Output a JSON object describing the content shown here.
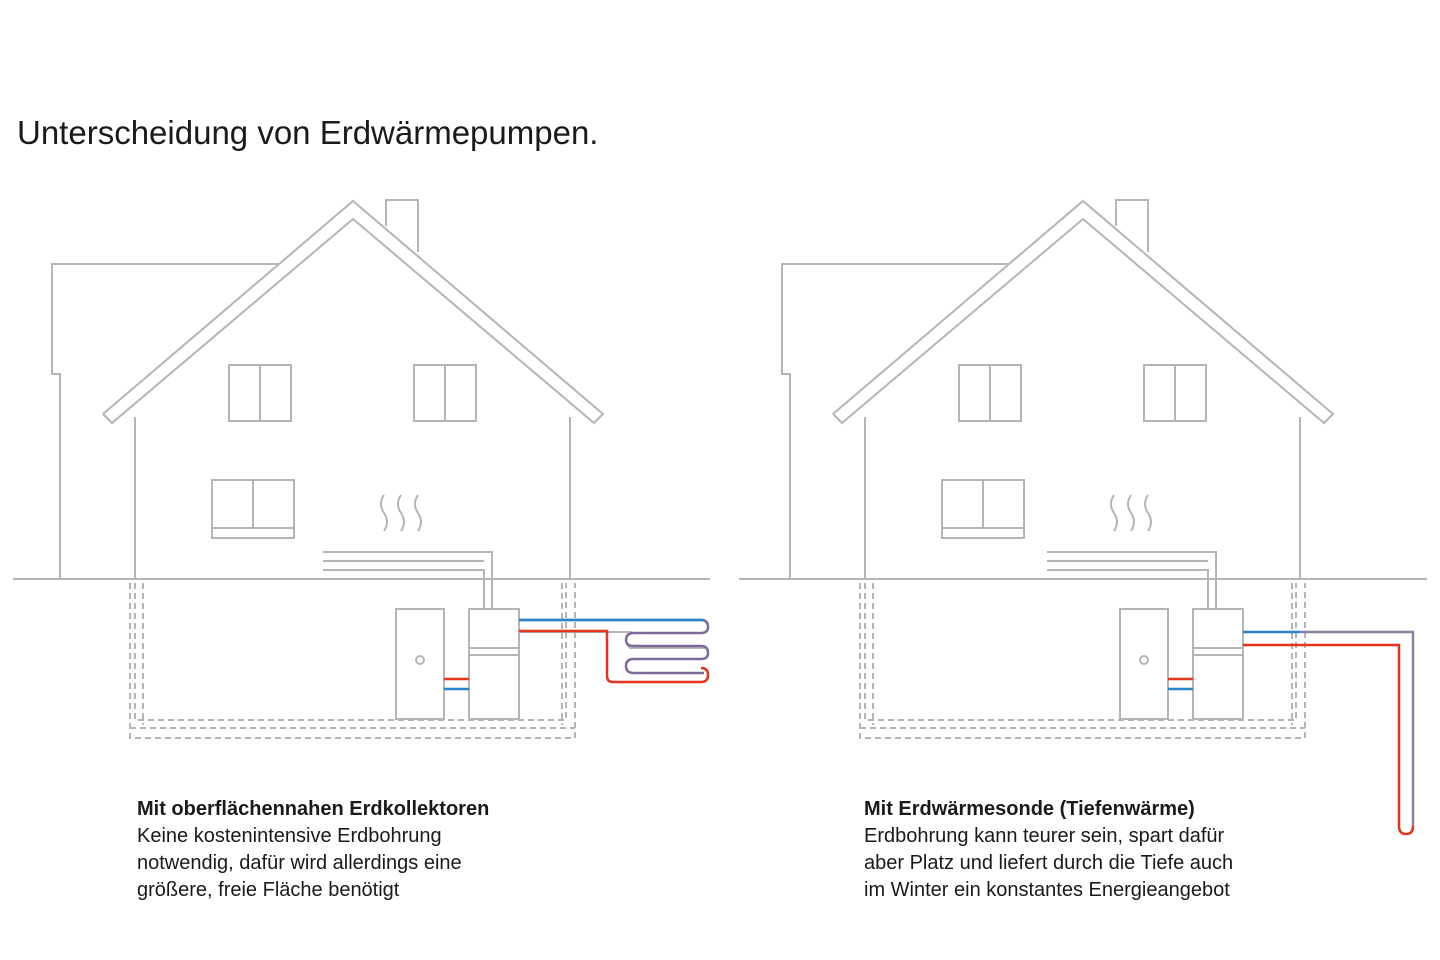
{
  "title": "Unterscheidung von Erdwärmepumpen.",
  "colors": {
    "line": "#b5b5b5",
    "dashed": "#b5b5b5",
    "hot_pipe": "#e2341e",
    "cold_pipe": "#2a83c6",
    "text": "#1a1a1a"
  },
  "panels": [
    {
      "heading": "Mit oberflächennahen Erdkollektoren",
      "lines": [
        "Keine kostenintensive Erdbohrung",
        "notwendig, dafür wird allerdings eine",
        "größere, freie Fläche benötigt"
      ]
    },
    {
      "heading": "Mit Erdwärmesonde (Tiefenwärme)",
      "lines": [
        "Erdbohrung kann teurer sein, spart dafür",
        "aber Platz und liefert durch die Tiefe auch",
        "im Winter ein konstantes Energieangebot"
      ]
    }
  ]
}
